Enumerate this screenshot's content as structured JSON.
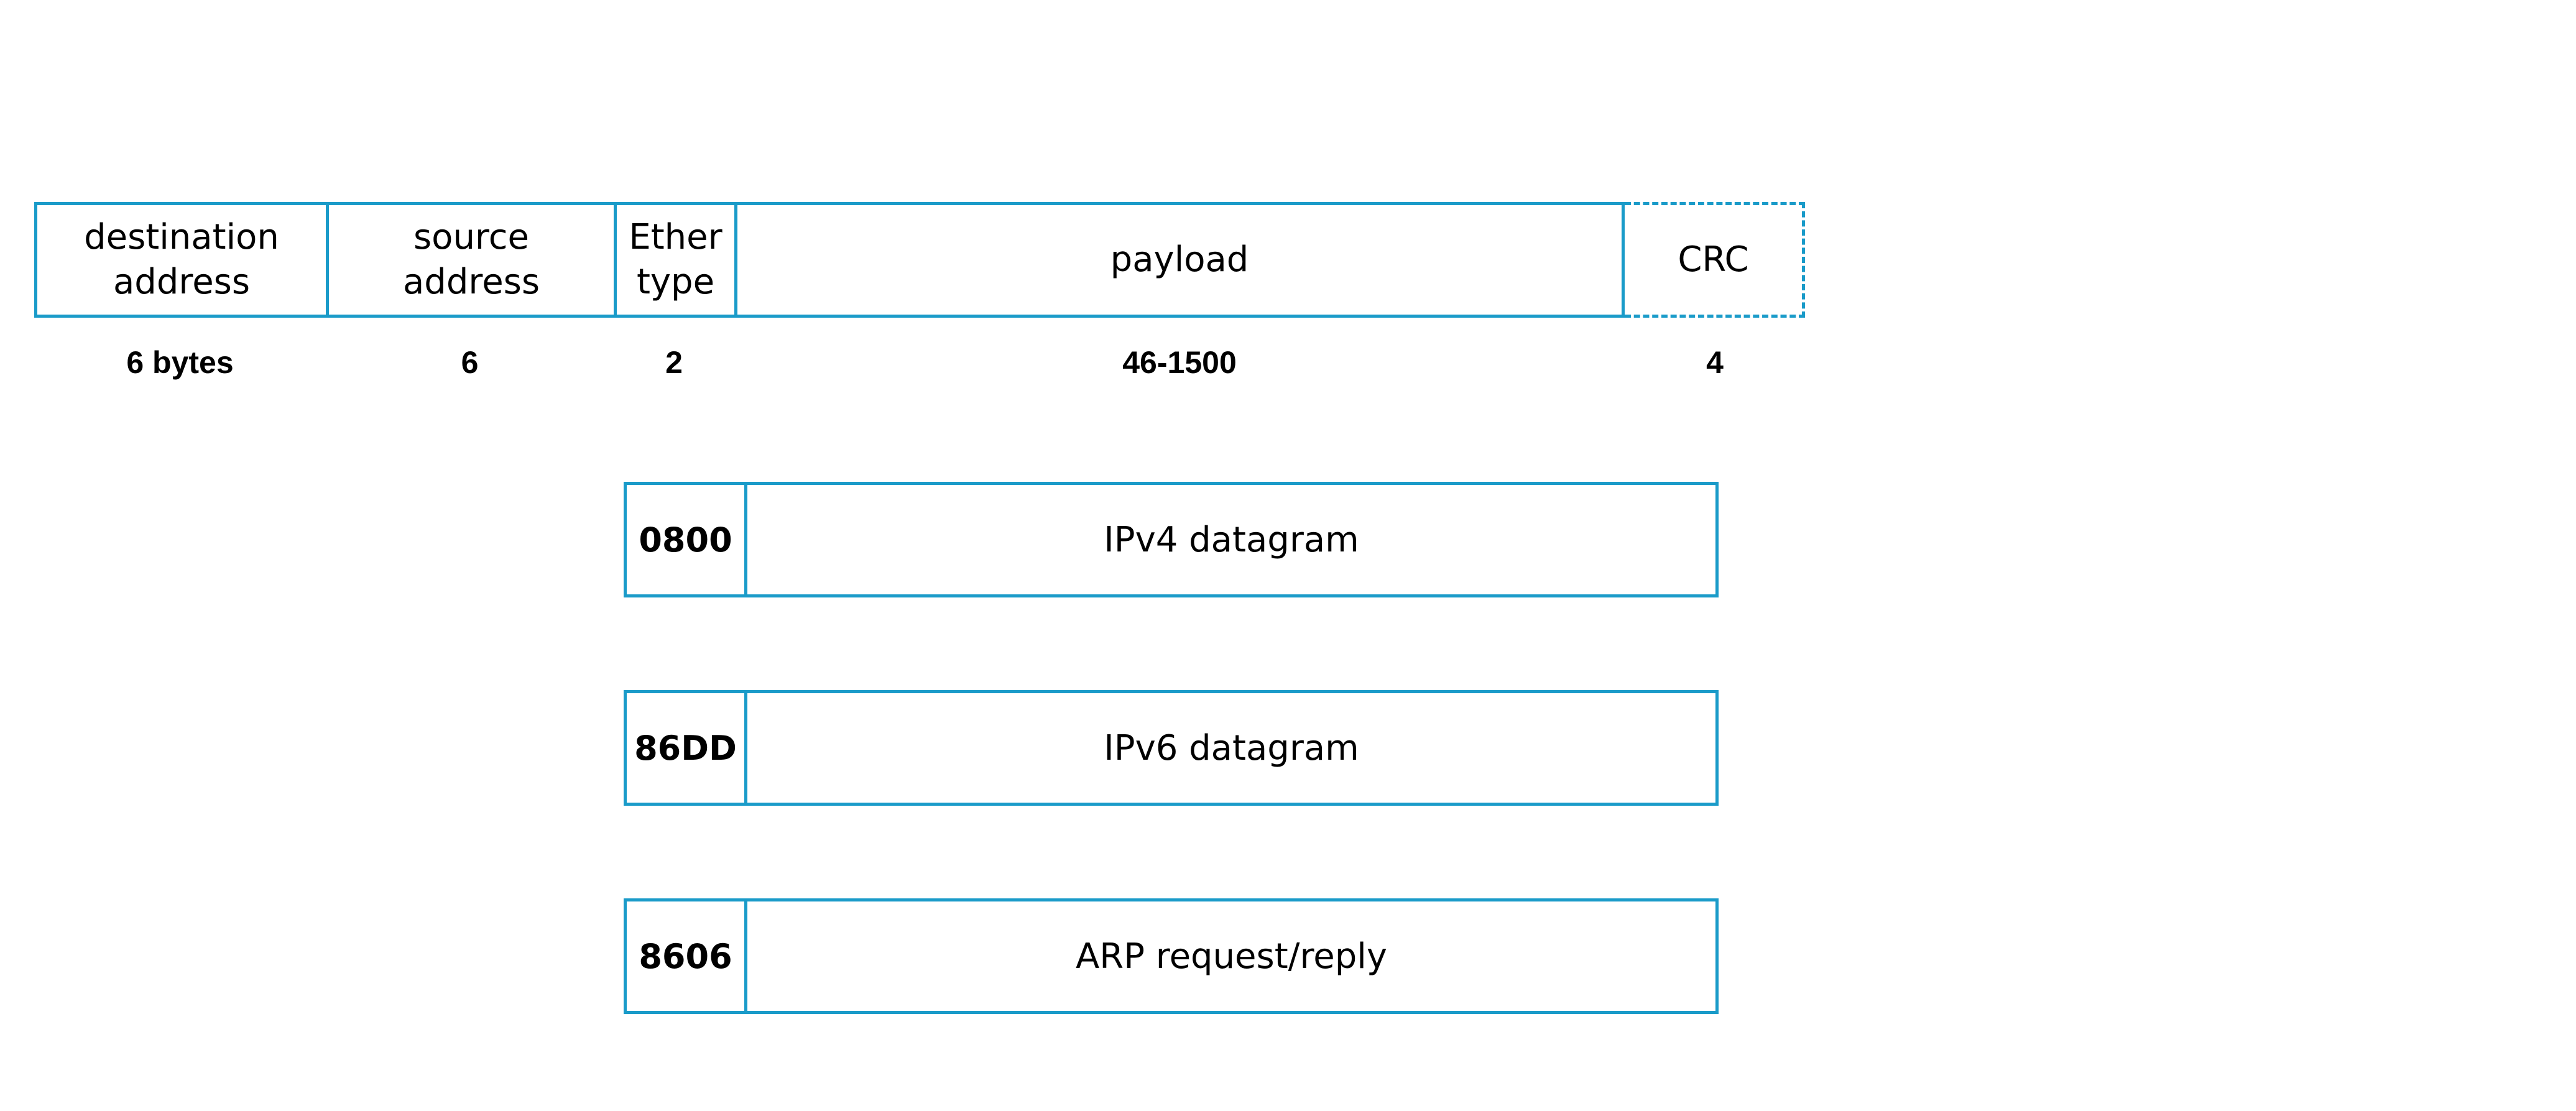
{
  "frame": {
    "fields": [
      {
        "label": "destination\naddress",
        "size": "6 bytes"
      },
      {
        "label": "source\naddress",
        "size": "6"
      },
      {
        "label": "Ether\ntype",
        "size": "2"
      },
      {
        "label": "payload",
        "size": "46-1500"
      },
      {
        "label": "CRC",
        "size": "4"
      }
    ],
    "border_color": "#1a9bc9"
  },
  "ethertypes": [
    {
      "code": "0800",
      "label": "IPv4 datagram"
    },
    {
      "code": "86DD",
      "label": "IPv6 datagram"
    },
    {
      "code": "8606",
      "label": "ARP request/reply"
    }
  ]
}
